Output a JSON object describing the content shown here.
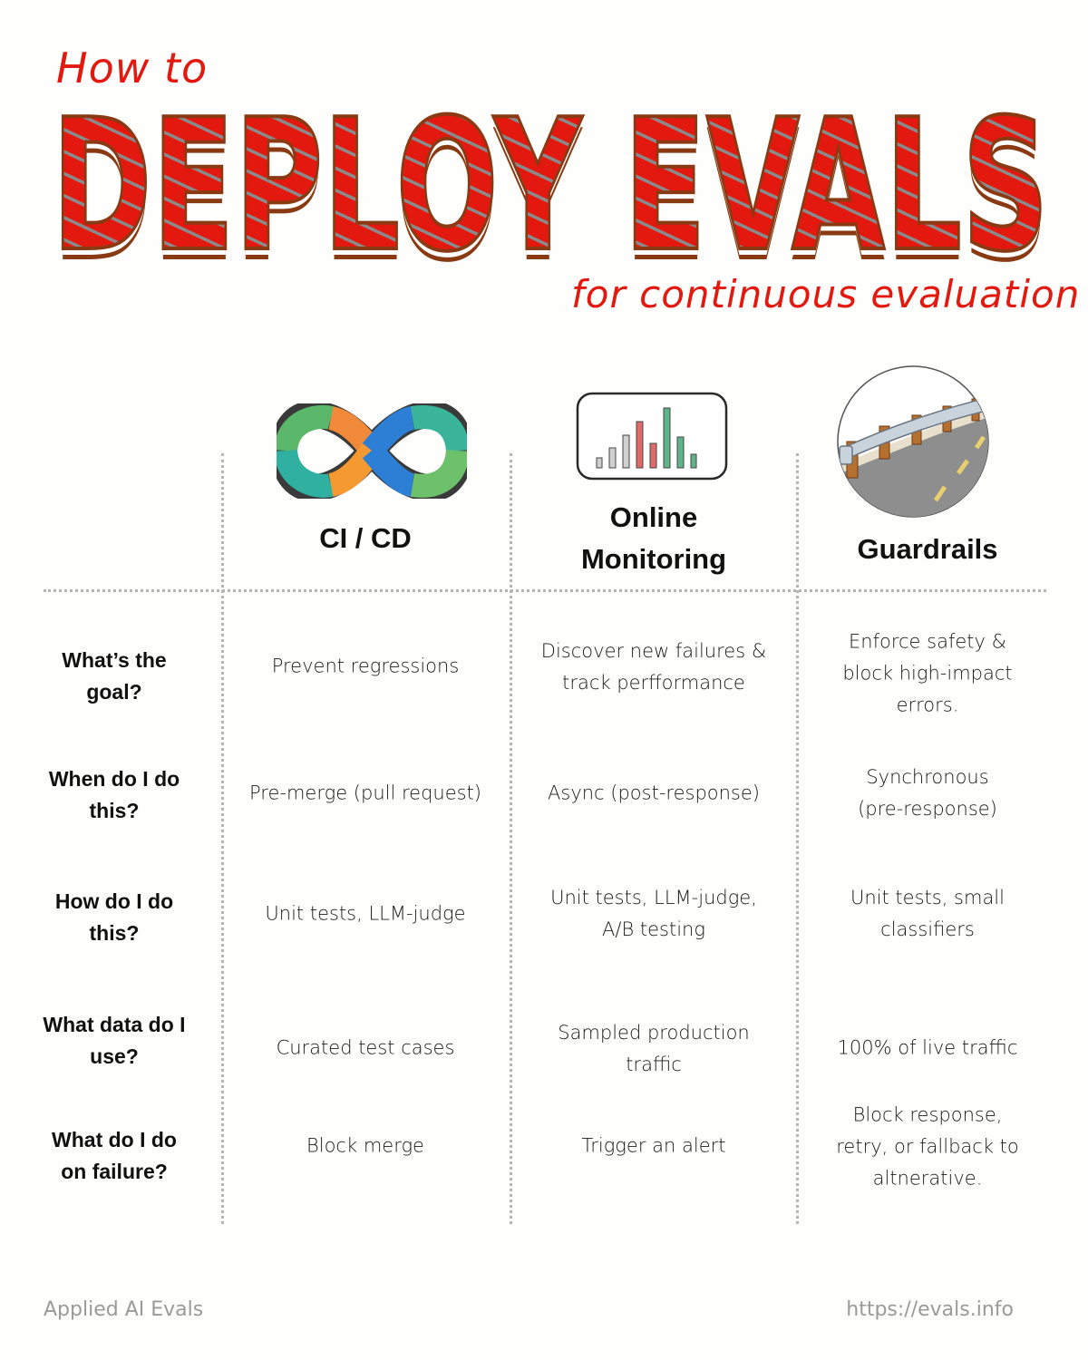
{
  "header": {
    "kicker": "How to",
    "title": "DEPLOY EVALS",
    "subtitle": "for continuous evaluation"
  },
  "colors": {
    "accent_red": "#e3190f",
    "title_outline": "#8a3a12",
    "divider": "#b5b5b5",
    "footer_text": "#9a9a9a"
  },
  "columns": [
    {
      "title_lines": [
        "CI / CD"
      ],
      "icon": "infinity-loop-icon"
    },
    {
      "title_lines": [
        "Online",
        "Monitoring"
      ],
      "icon": "bar-chart-icon"
    },
    {
      "title_lines": [
        "Guardrails"
      ],
      "icon": "road-guardrail-icon"
    }
  ],
  "rows": [
    {
      "label_lines": [
        "What’s the",
        "goal?"
      ],
      "cells": [
        [
          "Prevent regressions"
        ],
        [
          "Discover new failures &",
          "track perfformance"
        ],
        [
          "Enforce safety &",
          "block high-impact",
          "errors."
        ]
      ]
    },
    {
      "label_lines": [
        "When do I do",
        "this?"
      ],
      "cells": [
        [
          "Pre-merge (pull request)"
        ],
        [
          "Async (post-response)"
        ],
        [
          "Synchronous",
          "(pre-response)"
        ]
      ]
    },
    {
      "label_lines": [
        "How do I do",
        "this?"
      ],
      "cells": [
        [
          "Unit tests, LLM-judge"
        ],
        [
          "Unit tests, LLM-judge,",
          "A/B testing"
        ],
        [
          "Unit tests, small",
          "classifiers"
        ]
      ]
    },
    {
      "label_lines": [
        "What data do I",
        "use?"
      ],
      "cells": [
        [
          "Curated test cases"
        ],
        [
          "Sampled production",
          "traffic"
        ],
        [
          "100% of live traffic"
        ]
      ]
    },
    {
      "label_lines": [
        "What do I do",
        "on failure?"
      ],
      "cells": [
        [
          "Block merge"
        ],
        [
          "Trigger an alert"
        ],
        [
          "Block response,",
          "retry, or fallback to",
          "altnerative."
        ]
      ]
    }
  ],
  "footer": {
    "left": "Applied AI Evals",
    "right": "https://evals.info"
  }
}
